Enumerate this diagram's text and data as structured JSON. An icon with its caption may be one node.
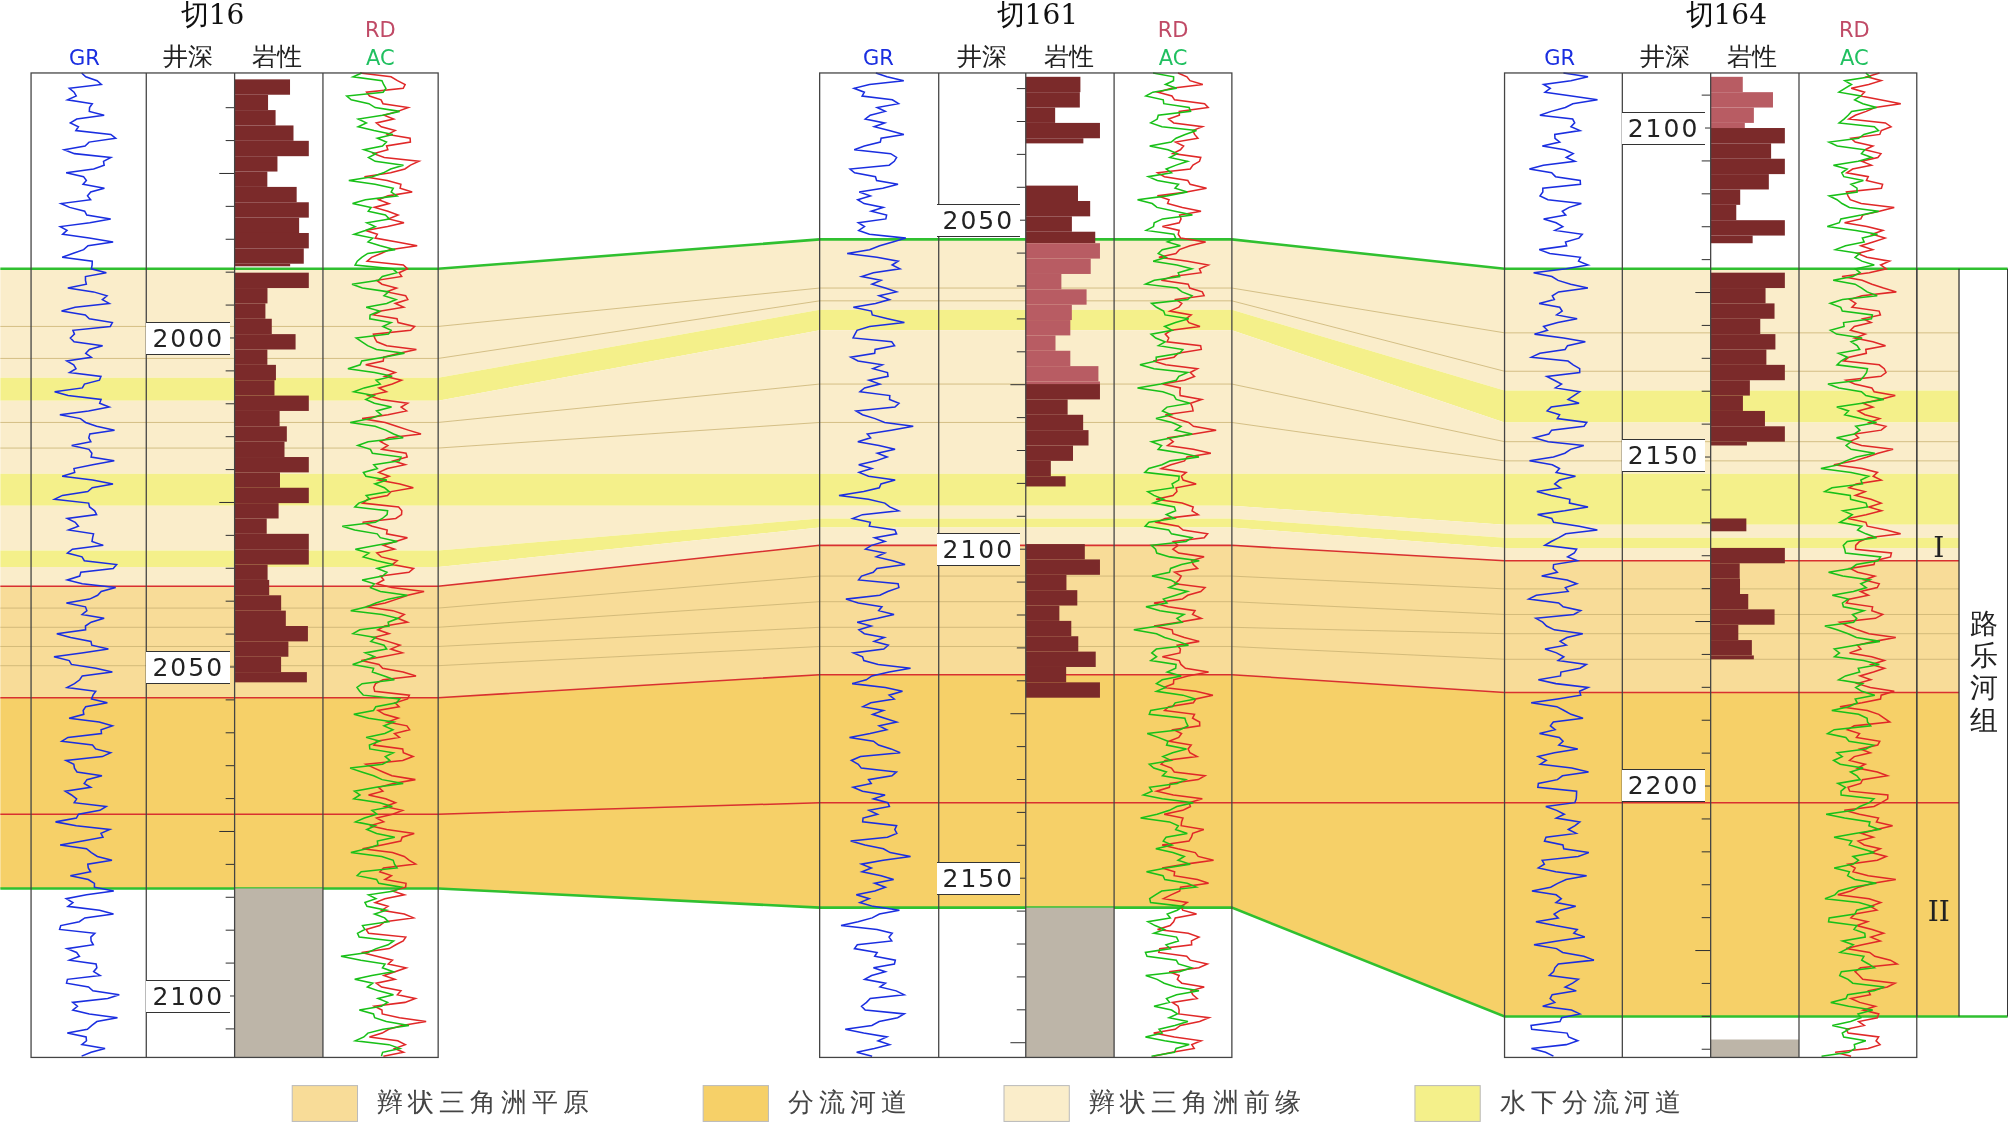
{
  "diagram": {
    "labels": [
      "切16",
      "GR",
      "井深",
      "岩性",
      "RD",
      "AC",
      "2000",
      "2050",
      "2100",
      "切161",
      "GR",
      "井深",
      "岩性",
      "RD",
      "AC",
      "2050",
      "2100",
      "2150",
      "切164",
      "GR",
      "井深",
      "岩性",
      "RD",
      "AC",
      "2100",
      "2150",
      "2200",
      "I",
      "II",
      "路乐河组"
    ],
    "legend": [
      {
        "text": "辫状三角洲平原",
        "color": "#f8dc98"
      },
      {
        "text": "分流河道",
        "color": "#f6d068"
      },
      {
        "text": "辫状三角洲前缘",
        "color": "#faedca"
      },
      {
        "text": "水下分流河道",
        "color": "#f4f08a"
      }
    ]
  }
}
